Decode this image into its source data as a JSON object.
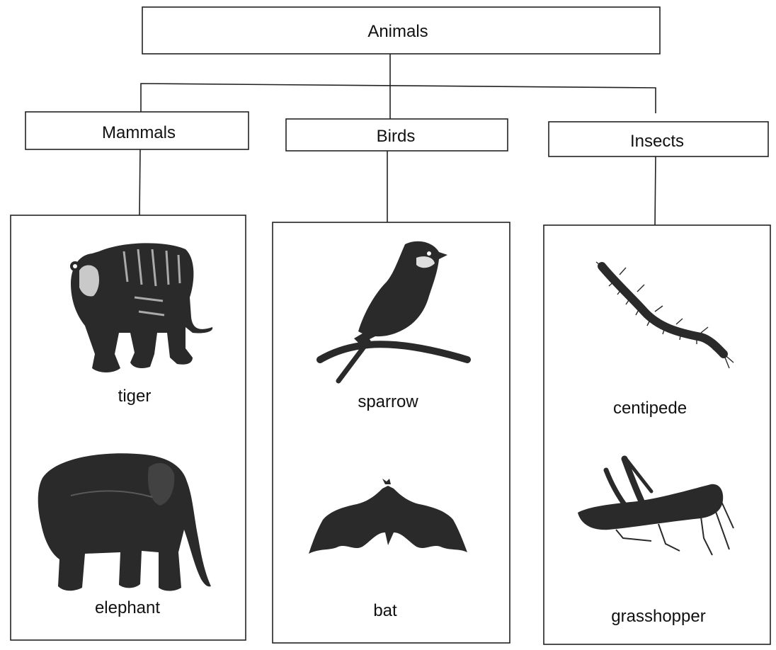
{
  "root": {
    "label": "Animals"
  },
  "categories": [
    {
      "label": "Mammals",
      "animals": [
        {
          "name": "tiger",
          "icon": "tiger-icon"
        },
        {
          "name": "elephant",
          "icon": "elephant-icon"
        }
      ]
    },
    {
      "label": "Birds",
      "animals": [
        {
          "name": "sparrow",
          "icon": "sparrow-icon"
        },
        {
          "name": "bat",
          "icon": "bat-icon"
        }
      ]
    },
    {
      "label": "Insects",
      "animals": [
        {
          "name": "centipede",
          "icon": "centipede-icon"
        },
        {
          "name": "grasshopper",
          "icon": "grasshopper-icon"
        }
      ]
    }
  ]
}
